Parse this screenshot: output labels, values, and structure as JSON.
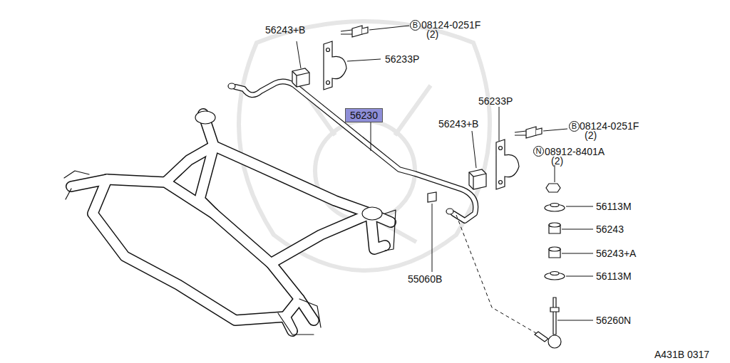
{
  "diagram": {
    "nodes": [
      {
        "text": [
          "B"
        ]
      },
      {
        "text": [
          "56230"
        ]
      },
      {
        "text": [
          "B"
        ]
      },
      {
        "text": [
          "N"
        ]
      }
    ],
    "labels": [
      "56243+B",
      "08124-0251F",
      "(2)",
      "56233P",
      "56233P",
      "56243+B",
      "08124-0251F",
      "(2)",
      "08912-8401A",
      "(2)",
      "56113M",
      "56243",
      "56243+A",
      "56113M",
      "55060B",
      "56260N",
      "A431B 0317"
    ]
  }
}
